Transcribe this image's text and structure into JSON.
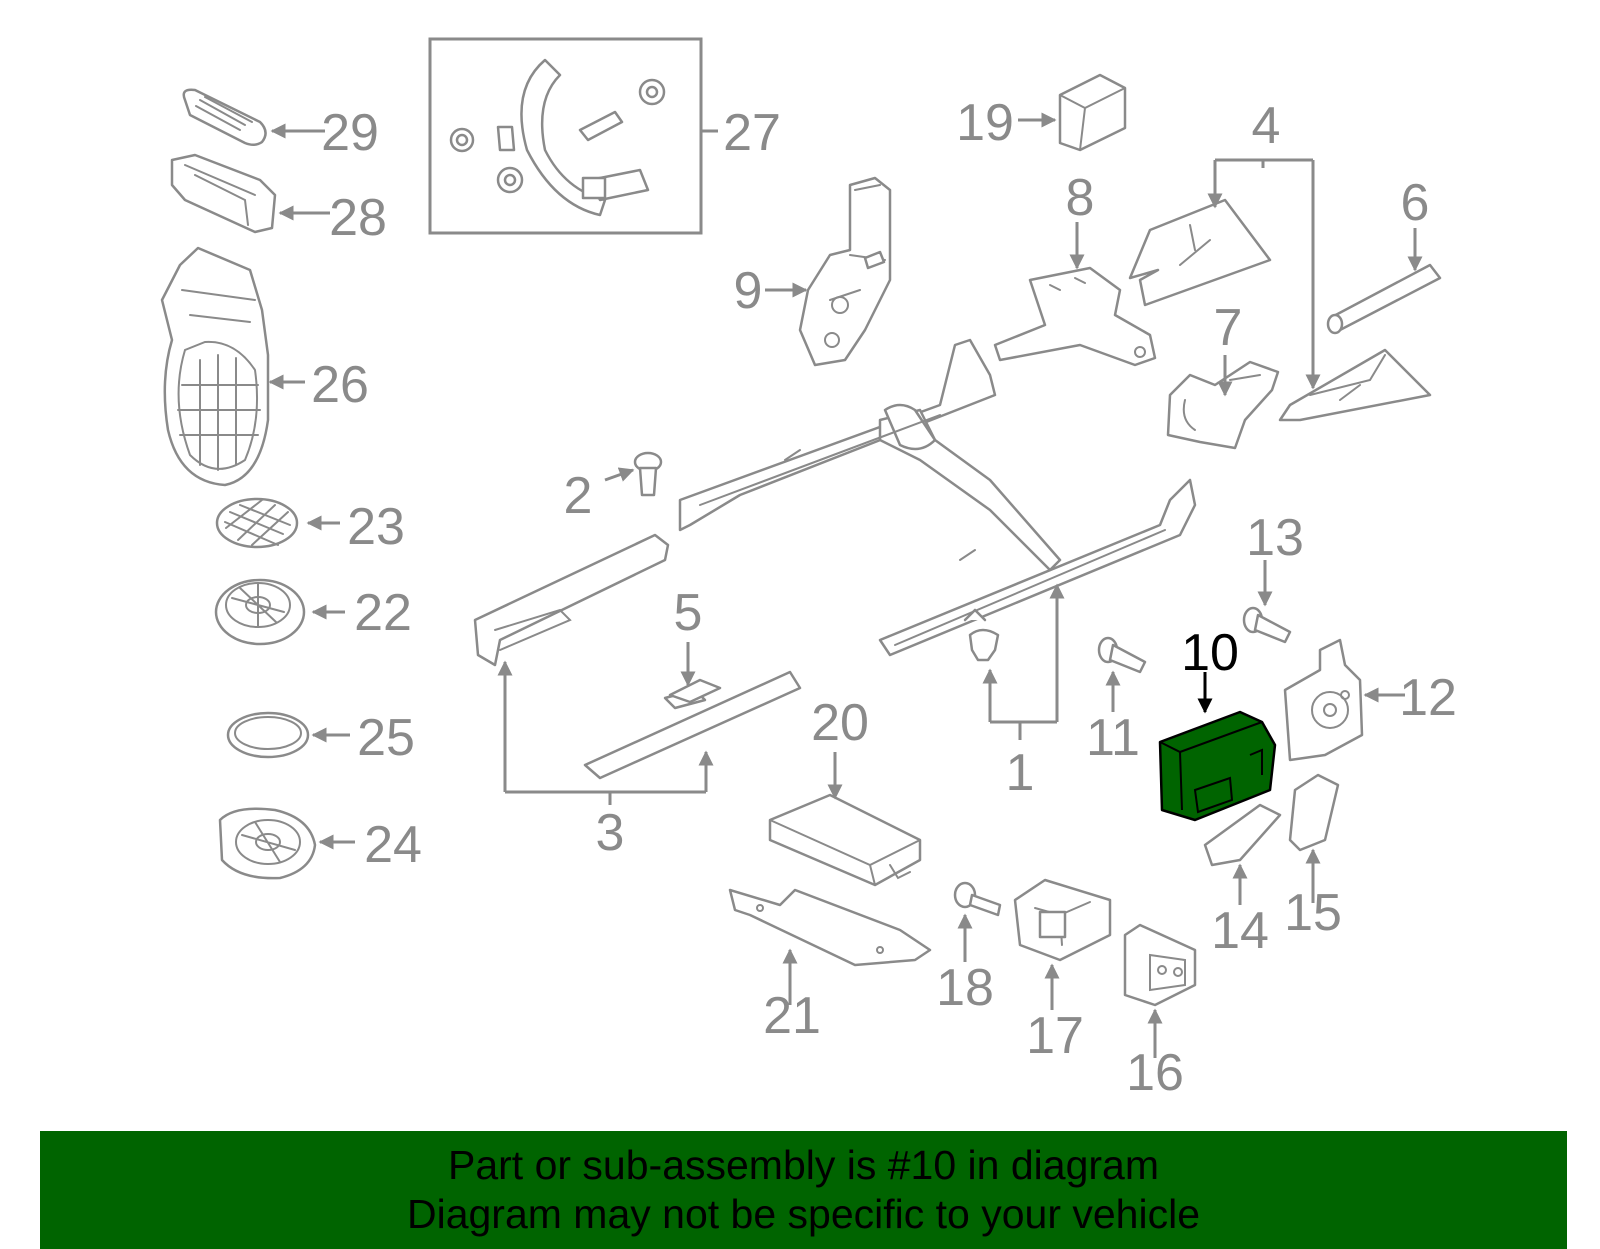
{
  "diagram": {
    "highlighted_part": "10",
    "highlight_color": "#006400",
    "line_color": "#8a8a8a",
    "callouts": [
      "1",
      "2",
      "3",
      "4",
      "5",
      "6",
      "7",
      "8",
      "9",
      "10",
      "11",
      "12",
      "13",
      "14",
      "15",
      "16",
      "17",
      "18",
      "19",
      "20",
      "21",
      "22",
      "23",
      "24",
      "25",
      "26",
      "27",
      "28",
      "29"
    ]
  },
  "caption": {
    "line1": "Part or sub-assembly is #10 in diagram",
    "line2": "Diagram may not be specific to your vehicle",
    "background": "#006400"
  }
}
